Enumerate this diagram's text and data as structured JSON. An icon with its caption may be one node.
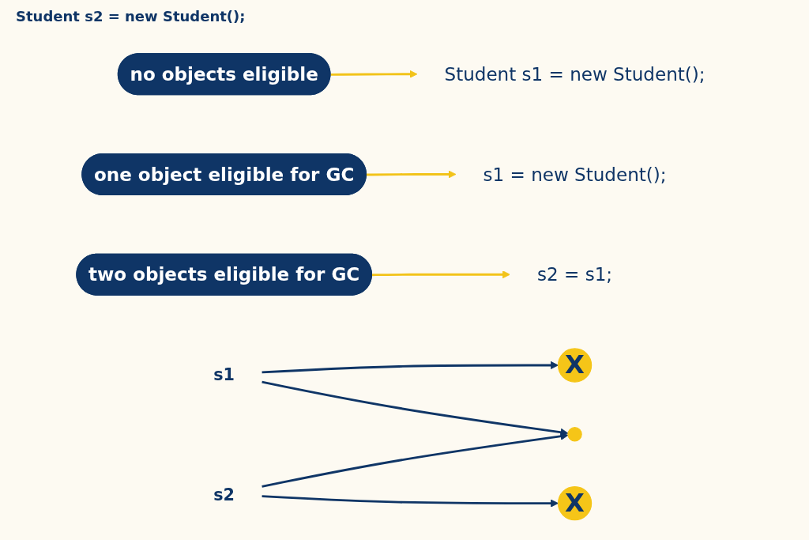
{
  "diagram": {
    "nodes": [
      {
        "text": [
          "no objects eligible"
        ]
      },
      {
        "text": [
          "Student s1 = new Student();"
        ]
      },
      {
        "text": [
          "one object eligible for GC"
        ]
      },
      {
        "text": [
          "s1 = new Student();"
        ]
      },
      {
        "text": [
          "two objects eligible for GC"
        ]
      },
      {
        "text": [
          "s2 = s1;"
        ]
      },
      {
        "text": [
          "s1"
        ]
      },
      {
        "text": [
          "X"
        ]
      },
      {
        "text": [
          "s2"
        ]
      },
      {
        "text": [
          "X"
        ]
      },
      {
        "text": [],
        "shape": "circle"
      }
    ],
    "edges": [
      {
        "from": 0,
        "to": 1,
        "arrow": "to",
        "color": "#f2c31a"
      },
      {
        "from": 2,
        "to": 3,
        "arrow": "to",
        "color": "#f2c31a"
      },
      {
        "from": 4,
        "to": 5,
        "arrow": "to",
        "color": "#f2c31a"
      },
      {
        "from": 6,
        "to": 7,
        "arrow": "to"
      },
      {
        "from": 8,
        "to": 9,
        "arrow": "to"
      },
      {
        "from": 6,
        "to": 10,
        "arrow": "to"
      },
      {
        "from": 8,
        "to": 10,
        "arrow": "to"
      }
    ],
    "labels": [
      "Student s2 = new Student();"
    ]
  }
}
